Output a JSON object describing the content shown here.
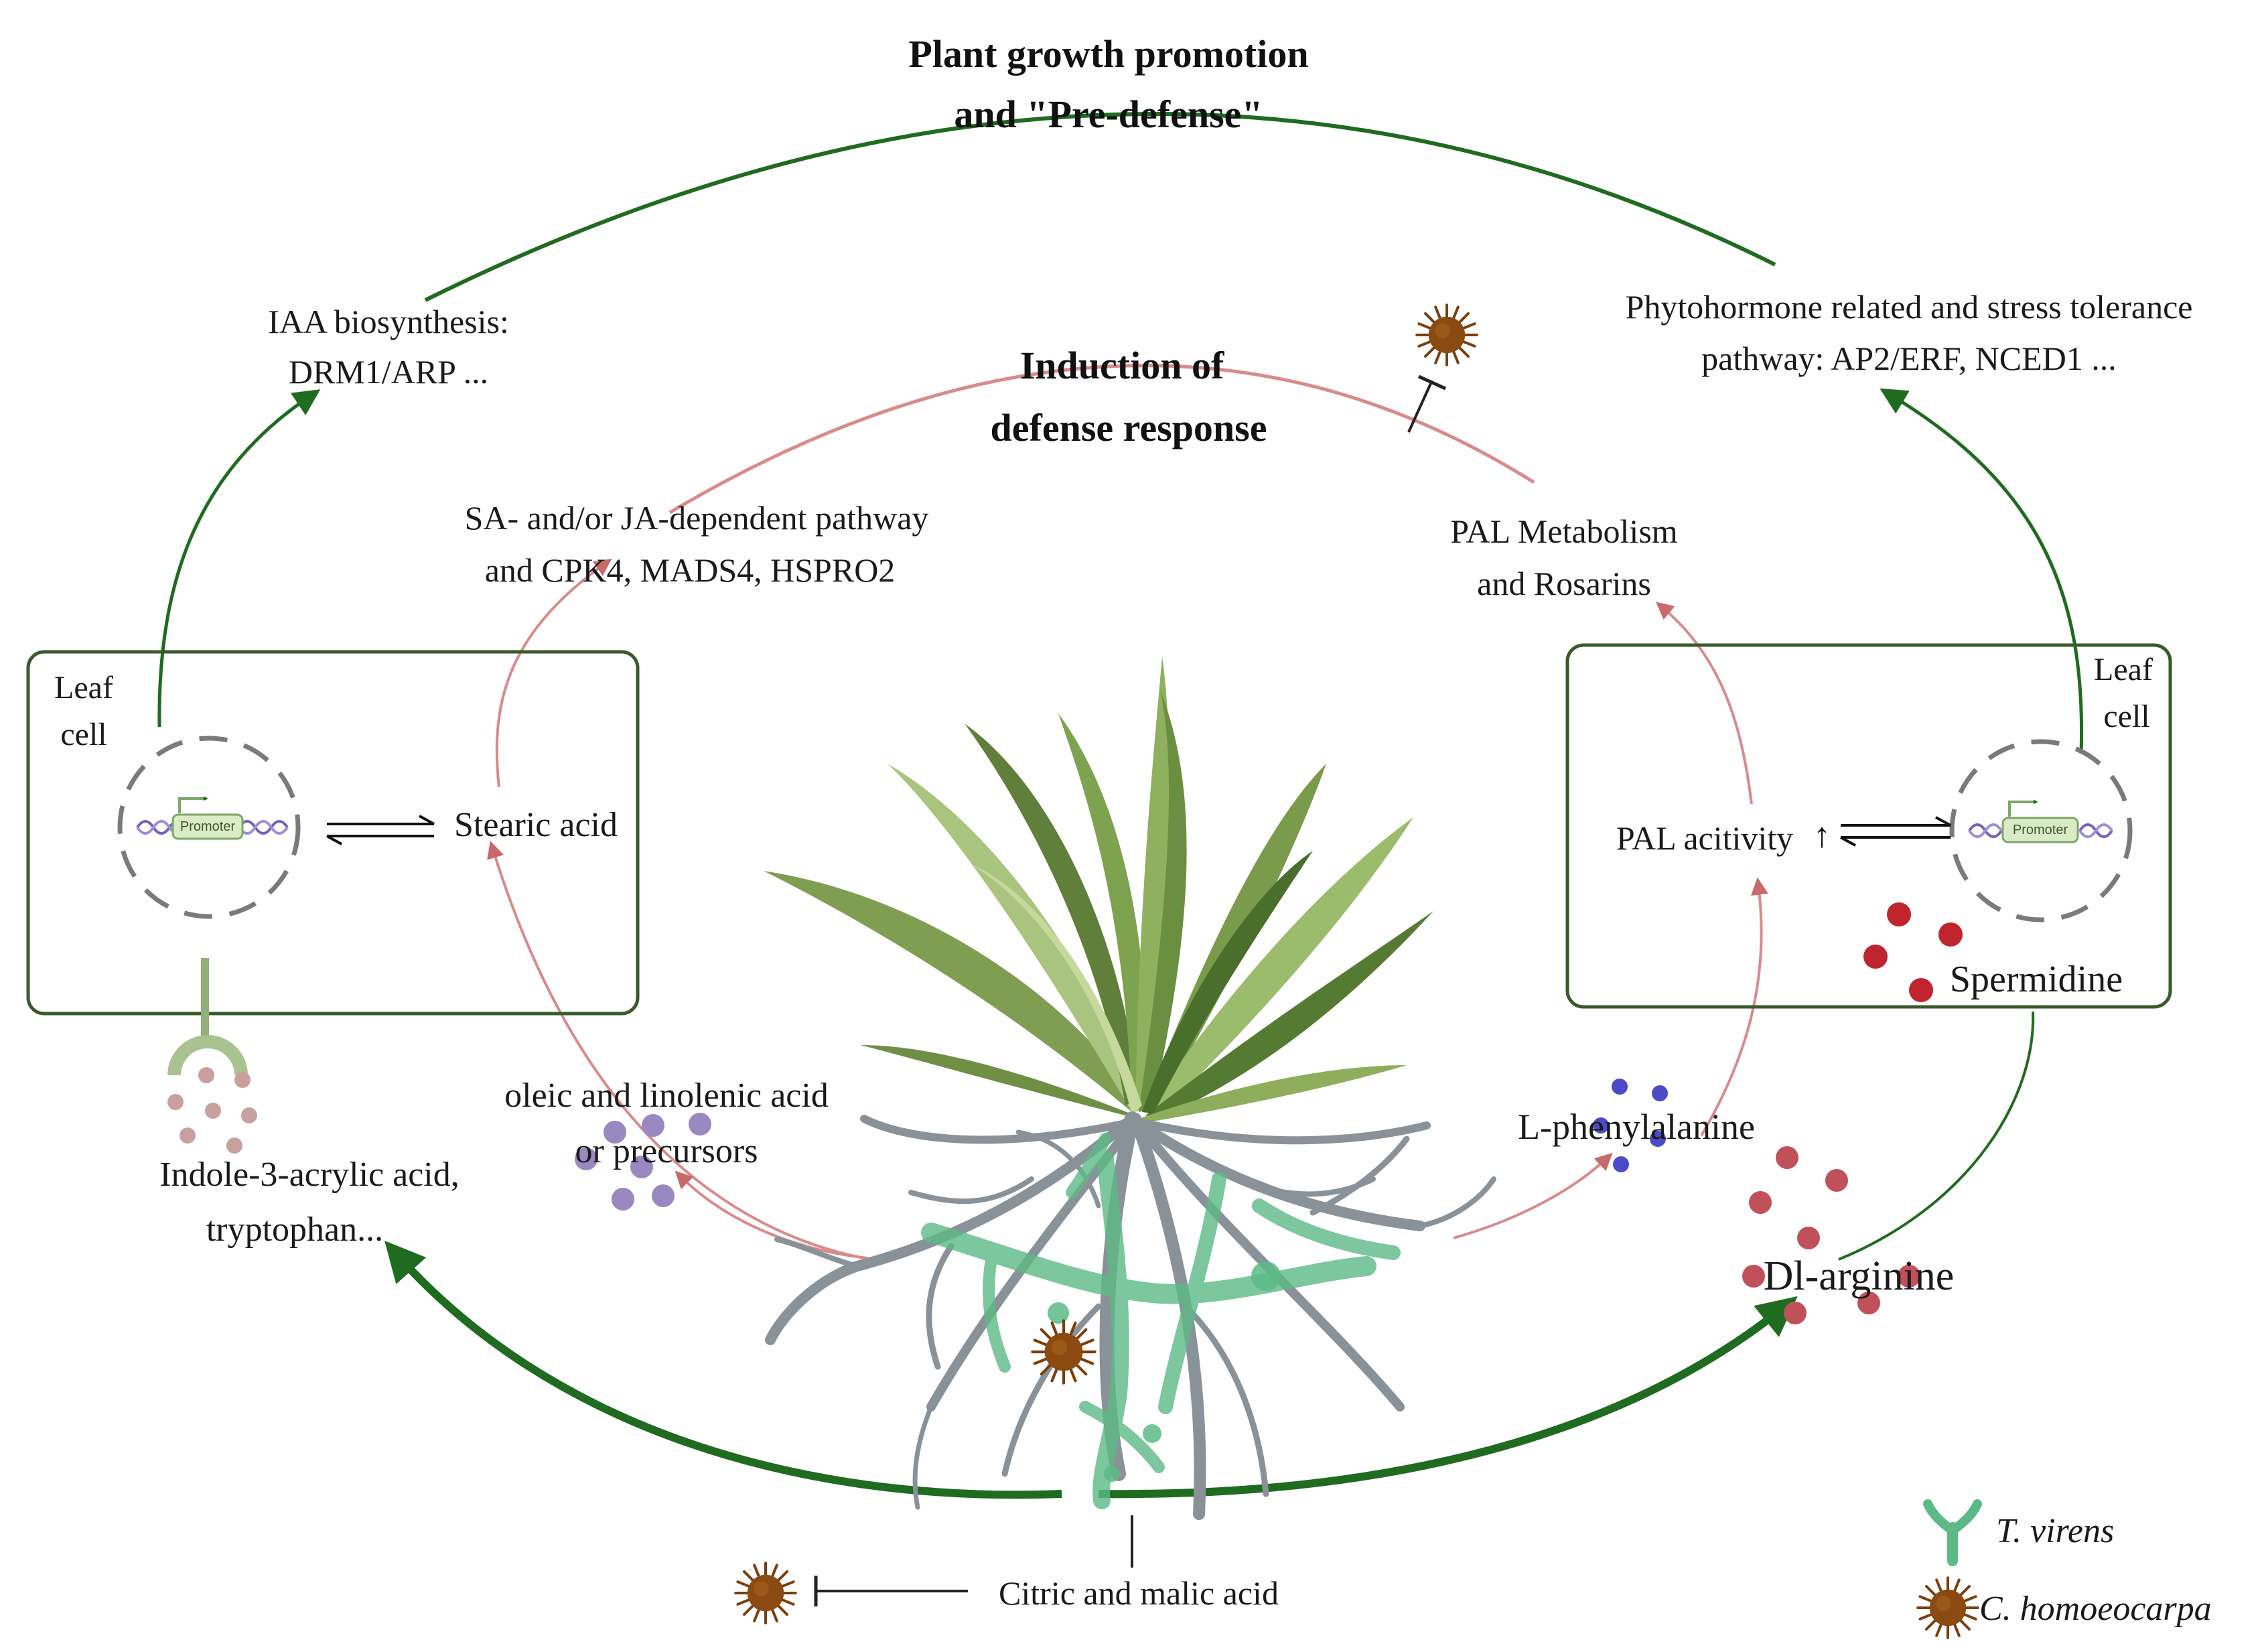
{
  "titles": {
    "outer_line1": "Plant growth promotion",
    "outer_line2": "and \"Pre-defense\"",
    "inner_line1": "Induction of",
    "inner_line2": "defense response"
  },
  "labels": {
    "iaa_line1": "IAA biosynthesis:",
    "iaa_line2": "DRM1/ARP ...",
    "phyto_line1": "Phytohormone related and stress tolerance",
    "phyto_line2": "pathway: AP2/ERF, NCED1 ...",
    "sa_line1": "SA- and/or JA-dependent pathway",
    "sa_line2": "and CPK4, MADS4, HSPRO2",
    "pal_line1": "PAL Metabolism",
    "pal_line2": "and Rosarins",
    "leaf_left_1": "Leaf",
    "leaf_left_2": "cell",
    "leaf_right_1": "Leaf",
    "leaf_right_2": "cell",
    "stearic": "Stearic acid",
    "pal_activity": "PAL acitivity",
    "pal_arrow": "↑",
    "spermidine": "Spermidine",
    "oleic_line1": "oleic and linolenic acid",
    "oleic_line2": "or precursors",
    "lphe": "L-phenylalanine",
    "indole_line1": "Indole-3-acrylic acid,",
    "indole_line2": "tryptophan...",
    "dlarg": "Dl-arginine",
    "citric": "Citric and malic acid",
    "promoter_left": "Promoter",
    "promoter_right": "Promoter"
  },
  "legend": {
    "tvirens": "T. virens",
    "chomoeocarpa": "C. homoeocarpa"
  },
  "colors": {
    "green_arrow": "#1f6b1f",
    "pink_arrow": "#d98a8a",
    "box_border": "#3a5a2a",
    "fungus": "#8b4a12",
    "hyphae": "#5cba86",
    "roots": "#8a9299",
    "spermidine_dots": "#c0242e",
    "arginine_dots": "#c0505a",
    "phenylalanine_dots": "#4b4bc8",
    "lipid_dots": "#9a88c0",
    "indole_dots": "#c8a0a0"
  }
}
